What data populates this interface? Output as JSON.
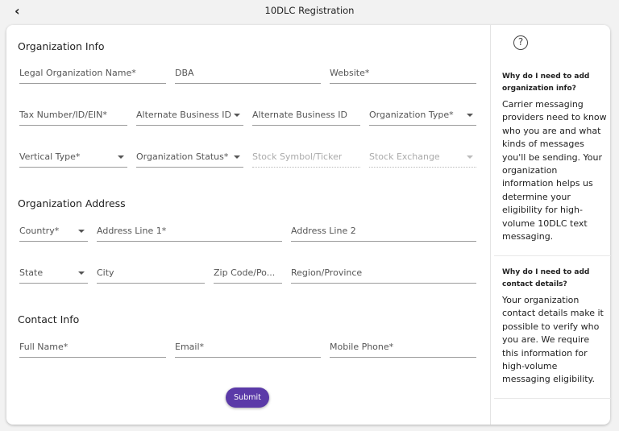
{
  "header": {
    "back_icon": "chevron-left-icon",
    "title": "10DLC Registration"
  },
  "sections": {
    "org_info": "Organization Info",
    "org_address": "Organization Address",
    "contact_info": "Contact Info"
  },
  "fields": {
    "legal_name": "Legal Organization Name*",
    "dba": "DBA",
    "website": "Website*",
    "tax_number": "Tax Number/ID/EIN*",
    "alt_business_id_type": "Alternate Business ID ...",
    "alt_business_id": "Alternate Business ID",
    "org_type": "Organization Type*",
    "vertical_type": "Vertical Type*",
    "org_status": "Organization Status*",
    "stock_symbol": "Stock Symbol/Ticker",
    "stock_exchange": "Stock Exchange",
    "country": "Country*",
    "address1": "Address Line 1*",
    "address2": "Address Line 2",
    "state": "State",
    "city": "City",
    "zip": "Zip Code/Po...",
    "region": "Region/Province",
    "full_name": "Full Name*",
    "email": "Email*",
    "mobile_phone": "Mobile Phone*"
  },
  "submit_label": "Submit",
  "sidebar": {
    "help_icon": "question-circle-icon",
    "q1": "Why do I need to add organization info?",
    "a1": "Carrier messaging providers need to know who you are and what kinds of messages you'll be sending. Your organization information helps us determine your eligibility for high-volume 10DLC text messaging.",
    "q2": "Why do I need to add contact details?",
    "a2": "Your organization contact details make it possible to verify who you are. We require this information for high-volume messaging eligibility."
  },
  "colors": {
    "accent": "#5b3aa8"
  }
}
